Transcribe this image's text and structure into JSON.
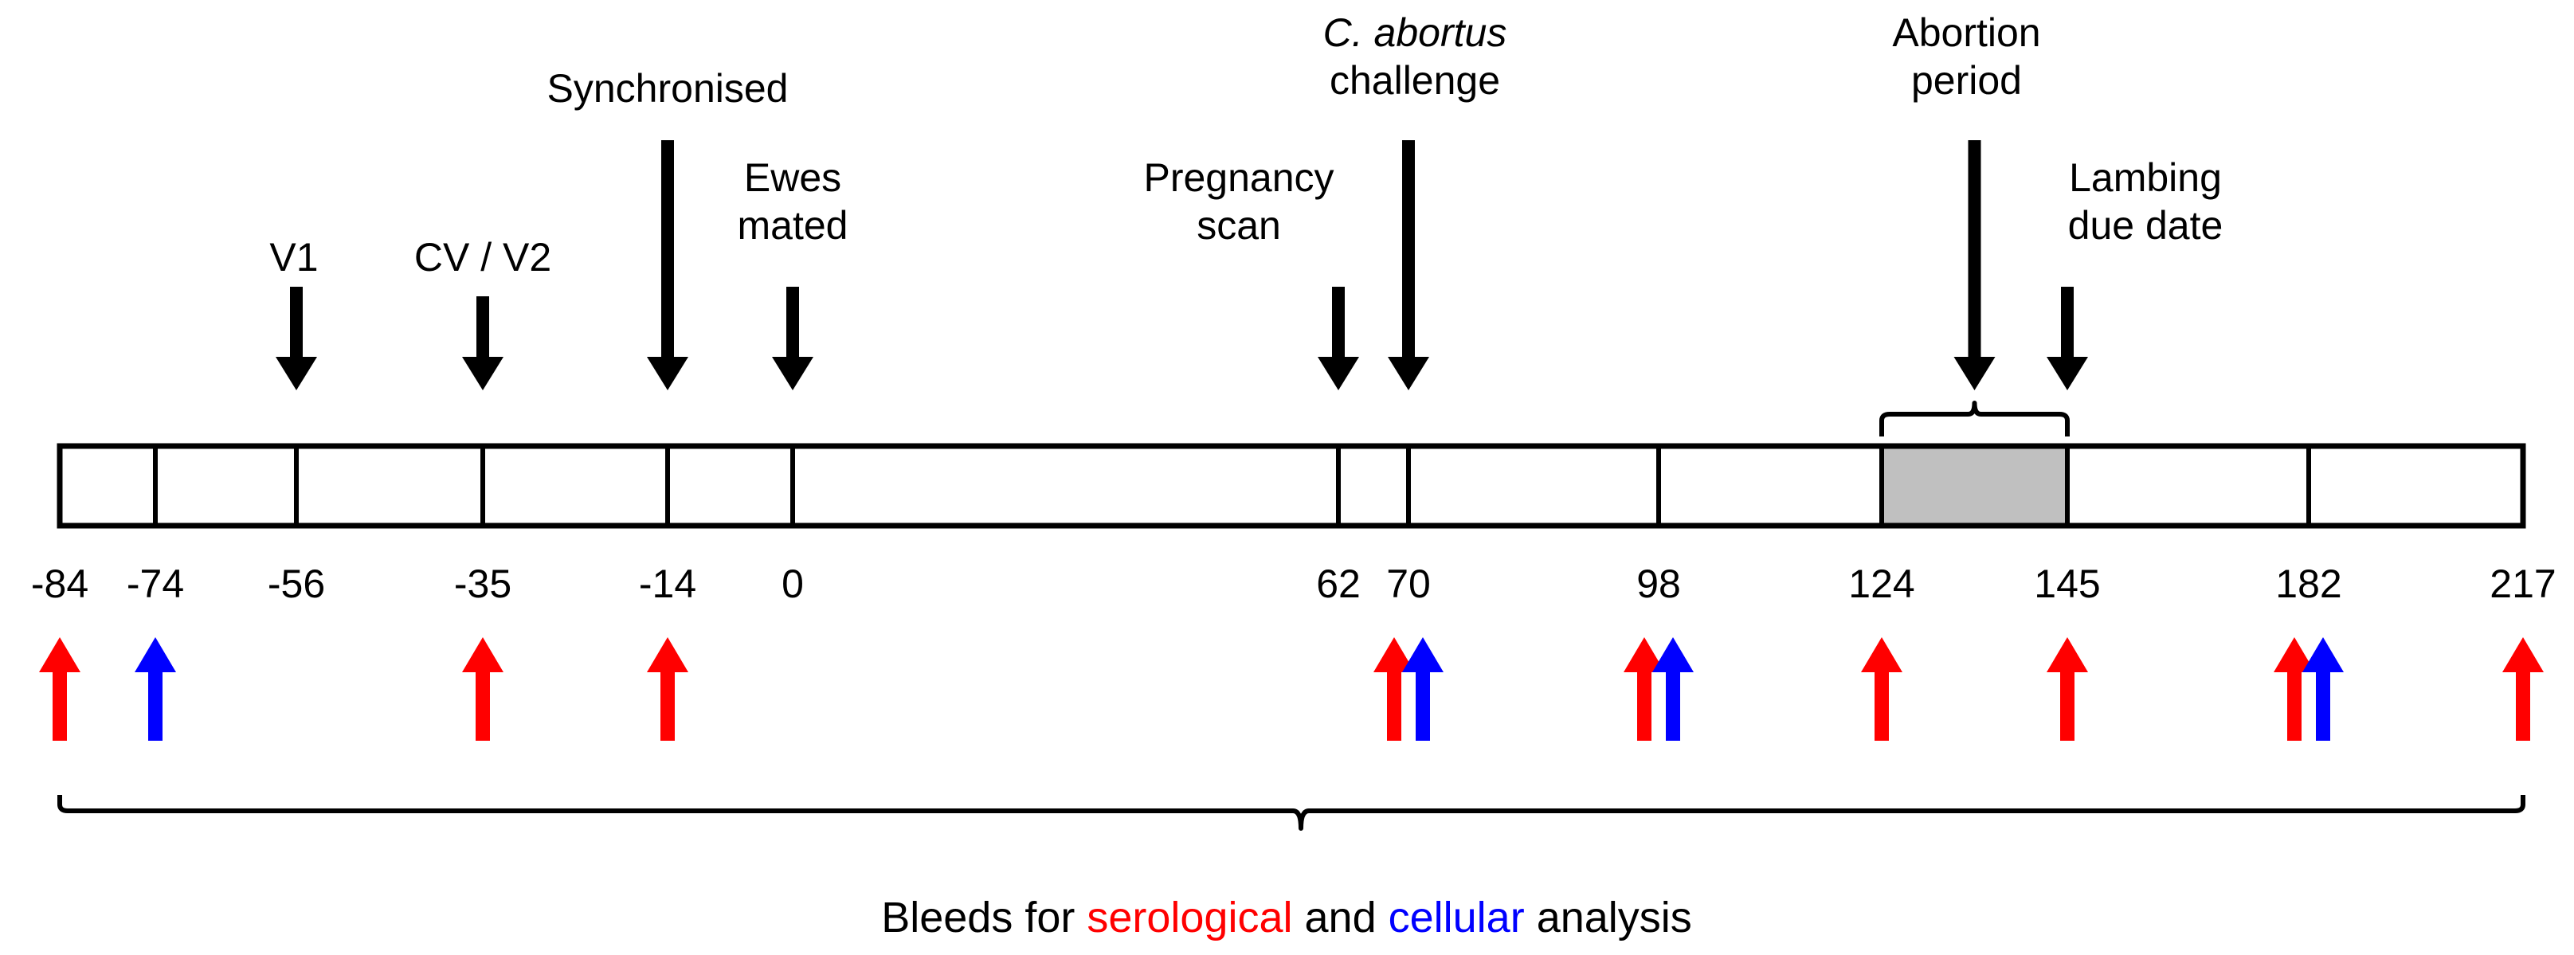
{
  "timeline": {
    "ticks": [
      {
        "day": -84,
        "label": "-84"
      },
      {
        "day": -74,
        "label": "-74"
      },
      {
        "day": -56,
        "label": "-56"
      },
      {
        "day": -35,
        "label": "-35"
      },
      {
        "day": -14,
        "label": "-14"
      },
      {
        "day": 0,
        "label": "0"
      },
      {
        "day": 62,
        "label": "62"
      },
      {
        "day": 70,
        "label": "70"
      },
      {
        "day": 98,
        "label": "98"
      },
      {
        "day": 124,
        "label": "124"
      },
      {
        "day": 145,
        "label": "145"
      },
      {
        "day": 182,
        "label": "182"
      },
      {
        "day": 217,
        "label": "217"
      }
    ],
    "shaded_period": {
      "start": 124,
      "end": 145,
      "color": "#c0c0c0"
    }
  },
  "events": {
    "v1": {
      "day": -56,
      "lines": [
        "V1"
      ]
    },
    "cv_v2": {
      "day": -35,
      "lines": [
        "CV / V2"
      ]
    },
    "synchronised": {
      "day": -14,
      "lines": [
        "Synchronised"
      ]
    },
    "ewes_mated": {
      "day": 0,
      "lines": [
        "Ewes",
        "mated"
      ]
    },
    "pregnancy_scan": {
      "day": 62,
      "lines": [
        "Pregnancy",
        "scan"
      ]
    },
    "challenge": {
      "day": 70,
      "lines": [
        "C. abortus",
        "challenge"
      ]
    },
    "abortion_period": {
      "start": 124,
      "end": 145,
      "lines": [
        "Abortion",
        "period"
      ]
    },
    "lambing_due": {
      "day": 145,
      "lines": [
        "Lambing",
        "due date"
      ]
    }
  },
  "bleeds": {
    "serological_days": [
      -84,
      -35,
      -14,
      70,
      98,
      124,
      145,
      182,
      217
    ],
    "cellular_days": [
      -74,
      70,
      98,
      182
    ]
  },
  "caption": {
    "prefix": "Bleeds for ",
    "serological": "serological",
    "middle": " and ",
    "cellular": "cellular",
    "suffix": " analysis"
  },
  "colors": {
    "serological": "#ff0000",
    "cellular": "#0000ff",
    "line": "#000000",
    "shade": "#c0c0c0"
  }
}
